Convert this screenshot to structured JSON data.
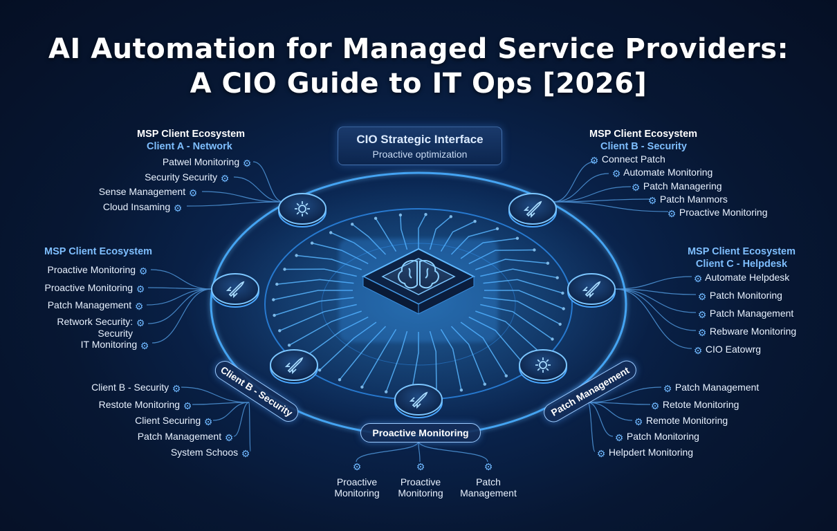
{
  "title": {
    "line1": "AI Automation for Managed Service Providers:",
    "line2": "A CIO Guide to IT Ops [2026]"
  },
  "center": {
    "box_title": "CIO Strategic Interface",
    "box_subtitle": "Proactive optimization",
    "core_icon": "brain-chip-icon"
  },
  "top_left": {
    "heading": "MSP Client Ecosystem",
    "subheading": "Client A - Network",
    "items": [
      "Patwel Monitoring",
      "Security Security",
      "Sense Management",
      "Cloud Insaming"
    ]
  },
  "top_right": {
    "heading": "MSP Client Ecosystem",
    "subheading": "Client B - Security",
    "items": [
      "Connect Patch",
      "Automate Monitoring",
      "Patch Managering",
      "Patch Manmors",
      "Proactive Monitoring"
    ]
  },
  "mid_left": {
    "heading": "MSP Client Ecosystem",
    "items": [
      "Proactive Monitoring",
      "Proactive Monitoring",
      "Patch Management",
      "Retwork Security:",
      "Security",
      "IT Monitoring"
    ]
  },
  "mid_right": {
    "heading": "MSP Client Ecosystem",
    "subheading": "Client C - Helpdesk",
    "items": [
      "Automate Helpdesk",
      "Patch Monitoring",
      "Patch Management",
      "Rebware Monitoring",
      "CIO Eatowrg"
    ]
  },
  "bottom_left": {
    "pill": "Client B - Security",
    "items": [
      "Client B - Security",
      "Restote Monitoring",
      "Client Securing",
      "Patch Management",
      "System Schoos"
    ]
  },
  "bottom_right": {
    "pill": "Patch Management",
    "items": [
      "Patch Management",
      "Retote Monitoring",
      "Remote Monitoring",
      "Patch Monitoring",
      "Helpdert Monitoring"
    ]
  },
  "bottom_center": {
    "pill": "Proactive Monitoring",
    "items": [
      {
        "line1": "Proactive",
        "line2": "Monitoring"
      },
      {
        "line1": "Proactive",
        "line2": "Monitoring"
      },
      {
        "line1": "Patch",
        "line2": "Management"
      }
    ]
  },
  "node_icons": [
    "gear-icon",
    "rocket-icon",
    "rocket-icon",
    "rocket-icon",
    "rocket-icon",
    "gear-icon",
    "rocket-icon",
    "gear-icon"
  ],
  "colors": {
    "background": "#071733",
    "glow": "#3fa9ff",
    "accent": "#7fbfff",
    "text": "#e9f2ff"
  }
}
